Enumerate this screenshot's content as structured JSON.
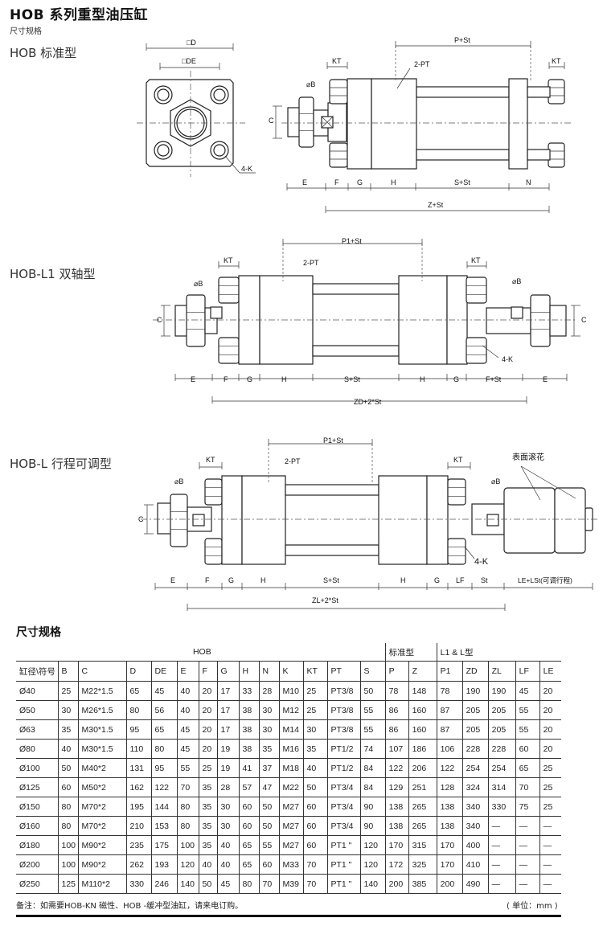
{
  "header": {
    "title": "HOB 系列重型油压缸",
    "subtitle": "尺寸规格"
  },
  "sections": {
    "standard": "HOB  标准型",
    "double_rod": "HOB-L1  双轴型",
    "adjustable": "HOB-L  行程可调型"
  },
  "drawings": {
    "standard": {
      "d": "□D",
      "de": "□DE",
      "k4": "4-K",
      "c": "C",
      "b": "⌀B",
      "kt_left": "KT",
      "kt_right": "KT",
      "pt": "2-PT",
      "p_st": "P+St",
      "e": "E",
      "f": "F",
      "g": "G",
      "h": "H",
      "s_st": "S+St",
      "n": "N",
      "z_st": "Z+St"
    },
    "double_rod": {
      "p1_st": "P1+St",
      "kt_left": "KT",
      "kt_right": "KT",
      "pt": "2-PT",
      "b_left": "⌀B",
      "b_right": "⌀B",
      "c_left": "C",
      "c_right": "C",
      "k4": "4-K",
      "e1": "E",
      "f": "F",
      "g1": "G",
      "h1": "H",
      "s_st": "S+St",
      "h2": "H",
      "g2": "G",
      "f_st": "F+St",
      "e2": "E",
      "zd": "ZD+2*St"
    },
    "adjustable": {
      "p1_st": "P1+St",
      "kt_left": "KT",
      "kt_right": "KT",
      "pt": "2-PT",
      "b_left": "⌀B",
      "b_right": "⌀B",
      "c": "C",
      "k4": "4-K",
      "knurl": "表面滚花",
      "e": "E",
      "f": "F",
      "g1": "G",
      "h1": "H",
      "s_st": "S+St",
      "h2": "H",
      "g2": "G",
      "lf": "LF",
      "st": "St",
      "le": "LE+LSt(可调行程)",
      "zl": "ZL+2*St"
    }
  },
  "table": {
    "title": "尺寸规格",
    "group_hob": "HOB",
    "group_std": "标准型",
    "group_l": "L1 & L型",
    "columns": [
      "缸径\\符号",
      "B",
      "C",
      "D",
      "DE",
      "E",
      "F",
      "G",
      "H",
      "N",
      "K",
      "KT",
      "PT",
      "S",
      "P",
      "Z",
      "P1",
      "ZD",
      "ZL",
      "LF",
      "LE"
    ],
    "rows": [
      [
        "Ø40",
        "25",
        "M22*1.5",
        "65",
        "45",
        "40",
        "20",
        "17",
        "33",
        "28",
        "M10",
        "25",
        "PT3/8",
        "50",
        "78",
        "148",
        "78",
        "190",
        "190",
        "45",
        "20"
      ],
      [
        "Ø50",
        "30",
        "M26*1.5",
        "80",
        "56",
        "40",
        "20",
        "17",
        "38",
        "30",
        "M12",
        "25",
        "PT3/8",
        "55",
        "86",
        "160",
        "87",
        "205",
        "205",
        "55",
        "20"
      ],
      [
        "Ø63",
        "35",
        "M30*1.5",
        "95",
        "65",
        "45",
        "20",
        "17",
        "38",
        "30",
        "M14",
        "30",
        "PT3/8",
        "55",
        "86",
        "160",
        "87",
        "205",
        "205",
        "55",
        "20"
      ],
      [
        "Ø80",
        "40",
        "M30*1.5",
        "110",
        "80",
        "45",
        "20",
        "19",
        "38",
        "35",
        "M16",
        "35",
        "PT1/2",
        "74",
        "107",
        "186",
        "106",
        "228",
        "228",
        "60",
        "20"
      ],
      [
        "Ø100",
        "50",
        "M40*2",
        "131",
        "95",
        "55",
        "25",
        "19",
        "41",
        "37",
        "M18",
        "40",
        "PT1/2",
        "84",
        "122",
        "206",
        "122",
        "254",
        "254",
        "65",
        "25"
      ],
      [
        "Ø125",
        "60",
        "M50*2",
        "162",
        "122",
        "70",
        "35",
        "28",
        "57",
        "47",
        "M22",
        "50",
        "PT3/4",
        "84",
        "129",
        "251",
        "128",
        "324",
        "314",
        "70",
        "25"
      ],
      [
        "Ø150",
        "80",
        "M70*2",
        "195",
        "144",
        "80",
        "35",
        "30",
        "60",
        "50",
        "M27",
        "60",
        "PT3/4",
        "90",
        "138",
        "265",
        "138",
        "340",
        "330",
        "75",
        "25"
      ],
      [
        "Ø160",
        "80",
        "M70*2",
        "210",
        "153",
        "80",
        "35",
        "30",
        "60",
        "50",
        "M27",
        "60",
        "PT3/4",
        "90",
        "138",
        "265",
        "138",
        "340",
        "—",
        "—",
        "—"
      ],
      [
        "Ø180",
        "100",
        "M90*2",
        "235",
        "175",
        "100",
        "35",
        "40",
        "65",
        "55",
        "M27",
        "60",
        "PT1 \"",
        "120",
        "170",
        "315",
        "170",
        "400",
        "—",
        "—",
        "—"
      ],
      [
        "Ø200",
        "100",
        "M90*2",
        "262",
        "193",
        "120",
        "40",
        "40",
        "65",
        "60",
        "M33",
        "70",
        "PT1 \"",
        "120",
        "172",
        "325",
        "170",
        "410",
        "—",
        "—",
        "—"
      ],
      [
        "Ø250",
        "125",
        "M110*2",
        "330",
        "246",
        "140",
        "50",
        "45",
        "80",
        "70",
        "M39",
        "70",
        "PT1 \"",
        "140",
        "200",
        "385",
        "200",
        "490",
        "—",
        "—",
        "—"
      ]
    ],
    "note": "备注：如需要HOB-KN 磁性、HOB -缓冲型油缸，请来电订购。",
    "unit": "( 单位：mm )"
  }
}
